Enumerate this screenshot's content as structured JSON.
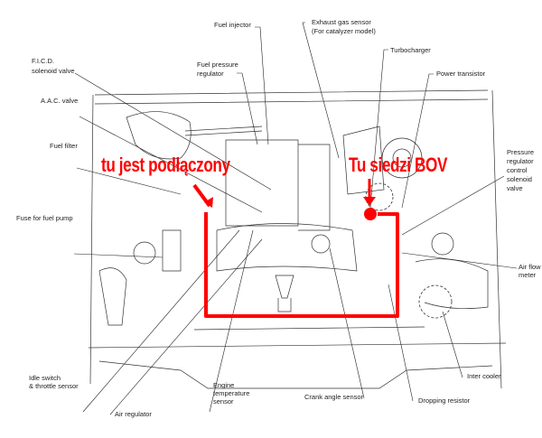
{
  "labels": {
    "fuel_injector": "Fuel injector",
    "exhaust_gas_sensor": "Exhaust gas sensor",
    "exhaust_gas_sensor_note": "(For catalyzer model)",
    "turbocharger": "Turbocharger",
    "power_transistor": "Power transistor",
    "ficd_1": "F.I.C.D.",
    "ficd_2": "solenoid valve",
    "fuel_pressure_regulator_1": "Fuel pressure",
    "fuel_pressure_regulator_2": "regulator",
    "aac_valve": "A.A.C. valve",
    "fuel_filter": "Fuel filter",
    "pressure_reg_1": "Pressure",
    "pressure_reg_2": "regulator",
    "pressure_reg_3": "control",
    "pressure_reg_4": "solenoid",
    "pressure_reg_5": "valve",
    "fuse_fuel_pump": "Fuse for fuel pump",
    "air_flow_meter_1": "Air flow",
    "air_flow_meter_2": "meter",
    "idle_switch_1": "Idle switch",
    "idle_switch_2": "& throttle sensor",
    "engine_temp_1": "Engine",
    "engine_temp_2": "temperature",
    "engine_temp_3": "sensor",
    "air_regulator": "Air regulator",
    "crank_angle_sensor": "Crank angle sensor",
    "dropping_resistor": "Dropping resistor",
    "inter_cooler": "Inter cooler"
  },
  "annotations": {
    "connected_here": "tu jest podłączony",
    "bov_here": "Tu siedzi BOV",
    "color": "#ff0000"
  }
}
